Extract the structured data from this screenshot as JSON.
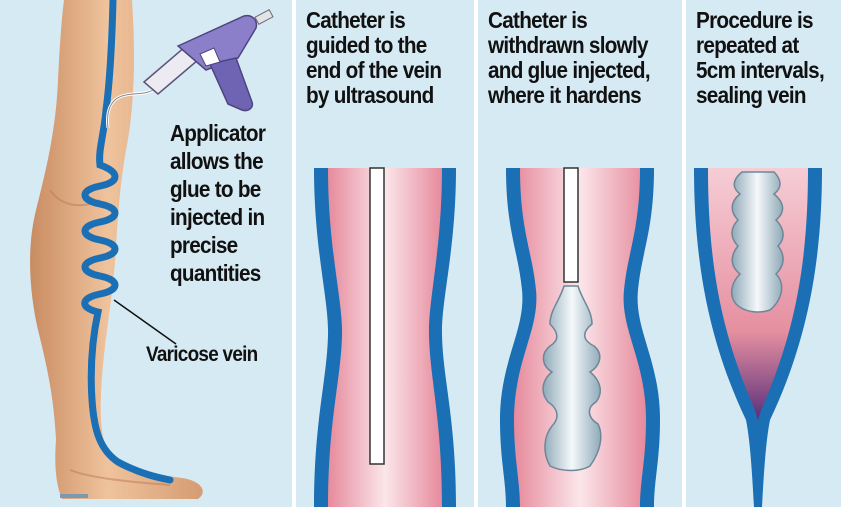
{
  "panels": [
    {
      "id": "leg",
      "labels": {
        "applicator": [
          "Applicator",
          "allows the",
          "glue to be",
          "injected in",
          "precise",
          "quantities"
        ],
        "varicose": "Varicose vein"
      }
    },
    {
      "id": "step-guided",
      "caption": [
        "Catheter is",
        "guided to the",
        "end of the vein",
        "by ultrasound"
      ]
    },
    {
      "id": "step-withdrawn",
      "caption": [
        "Catheter is",
        "withdrawn slowly",
        "and glue injected,",
        "where it hardens"
      ]
    },
    {
      "id": "step-repeated",
      "caption": [
        "Procedure is",
        "repeated at",
        "5cm intervals,",
        "sealing vein"
      ]
    }
  ],
  "colors": {
    "panel_background": "#d6eaf4",
    "vein_wall": "#1a6fb5",
    "vein_inner": "#f3c2cc",
    "skin": "#e8b48a",
    "catheter": "#ffffff",
    "glue": "#c9dce6",
    "applicator_body": "#8b7fc9"
  }
}
